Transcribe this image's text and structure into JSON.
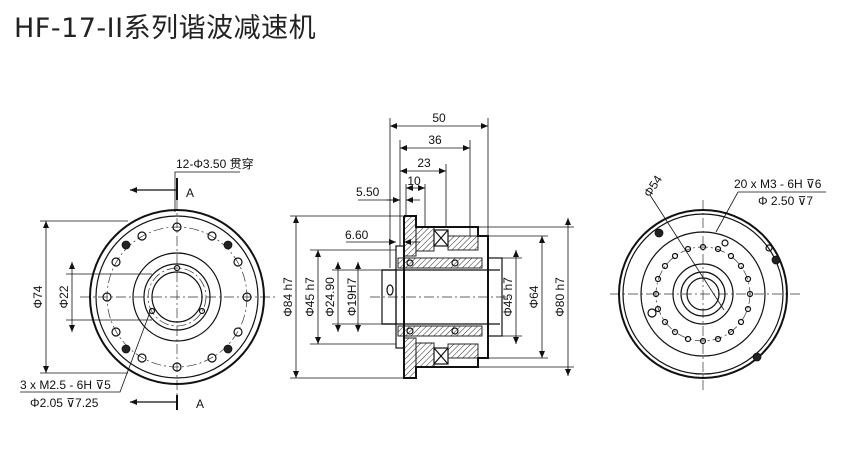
{
  "title": "HF-17-II系列谐波减速机",
  "left_view": {
    "hole_note": "12-Φ3.50 贯穿",
    "section_mark_top": "A",
    "section_mark_bottom": "A",
    "dim_outer": "Φ74",
    "dim_inner": "Φ22",
    "thread_note_line1": "3 x  M2.5 - 6H ⊽5",
    "thread_note_line2": "Φ2.05 ⊽7.25"
  },
  "middle_view": {
    "dim_50": "50",
    "dim_36": "36",
    "dim_23": "23",
    "dim_10": "10",
    "dim_5_50": "5.50",
    "dim_6_60": "6.60",
    "dim_84": "Φ84 h7",
    "dim_45_left": "Φ45 h7",
    "dim_24_90": "Φ24.90",
    "dim_19": "Φ19H7",
    "dim_45_right": "Φ45 h7",
    "dim_64": "Φ64",
    "dim_80": "Φ80 h7"
  },
  "right_view": {
    "dim_54": "Φ54",
    "thread_note_line1": "20 x  M3 - 6H ⊽6",
    "thread_note_line2": "Φ 2.50 ⊽7"
  }
}
